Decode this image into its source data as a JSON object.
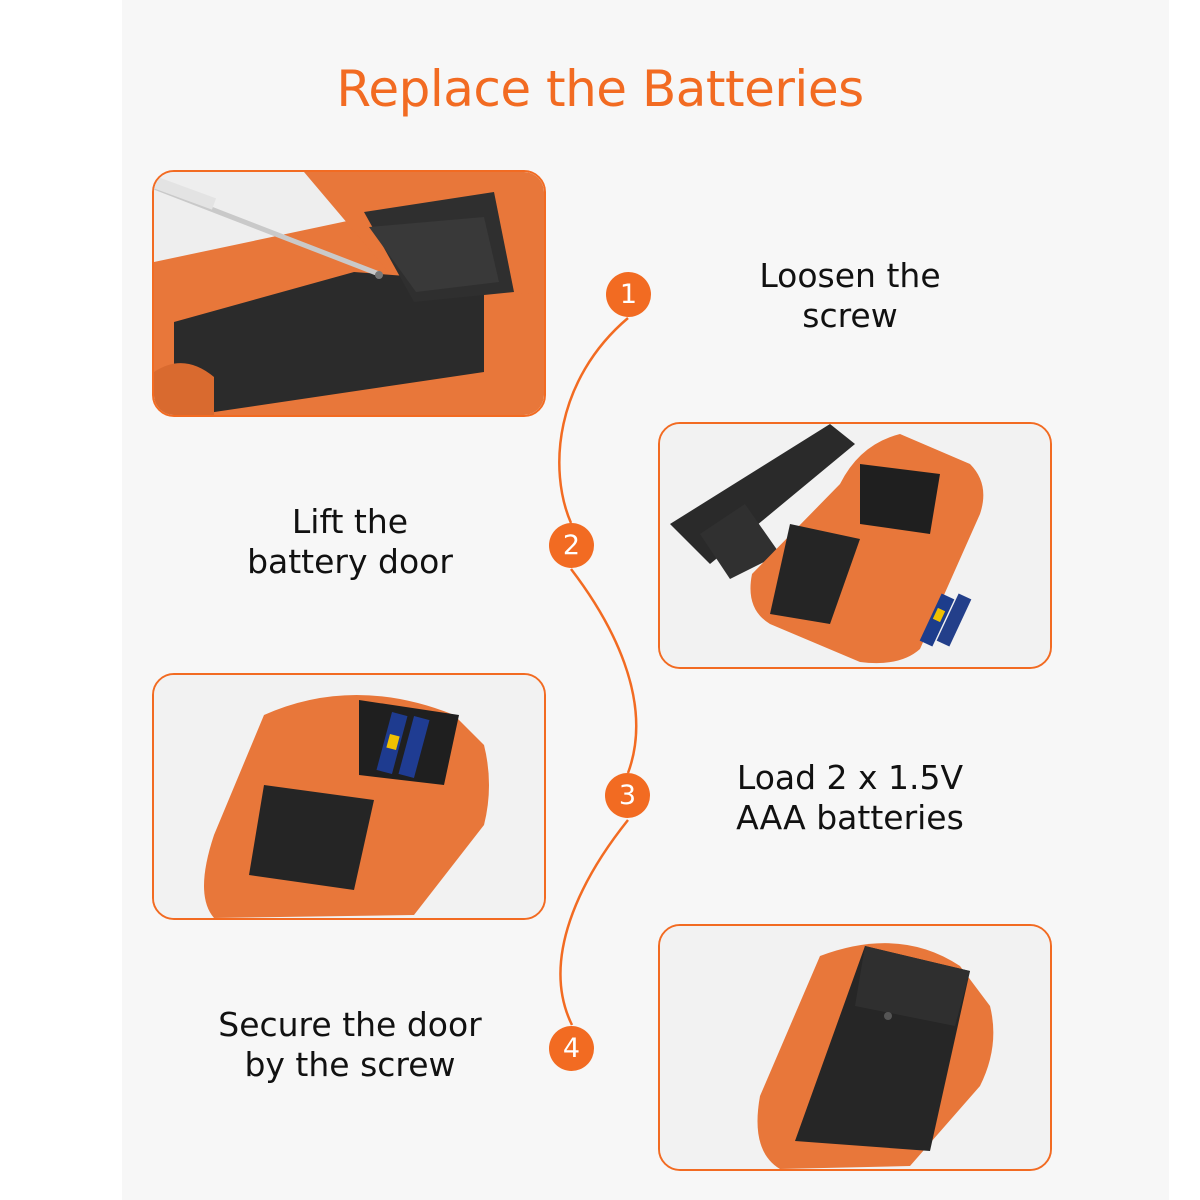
{
  "title": "Replace the Batteries",
  "accent_color": "#f26b22",
  "steps": [
    {
      "number": "1",
      "lines": [
        "Loosen the",
        "screw"
      ],
      "photo": "screwdriver-loosening-battery-door-screw"
    },
    {
      "number": "2",
      "lines": [
        "Lift the",
        "battery door"
      ],
      "photo": "battery-door-removed-with-batteries"
    },
    {
      "number": "3",
      "lines": [
        "Load 2 x 1.5V",
        "AAA batteries"
      ],
      "photo": "batteries-loaded-in-compartment"
    },
    {
      "number": "4",
      "lines": [
        "Secure the door",
        "by the screw"
      ],
      "photo": "battery-door-closed"
    }
  ]
}
